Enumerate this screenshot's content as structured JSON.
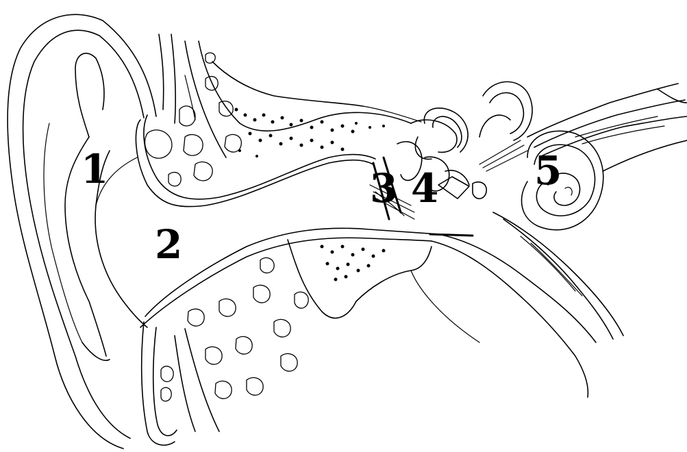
{
  "labels": {
    "one": "1",
    "two": "2",
    "three": "3",
    "four": "4",
    "five": "5"
  },
  "colors": {
    "ink": "#000000",
    "background": "#ffffff"
  }
}
